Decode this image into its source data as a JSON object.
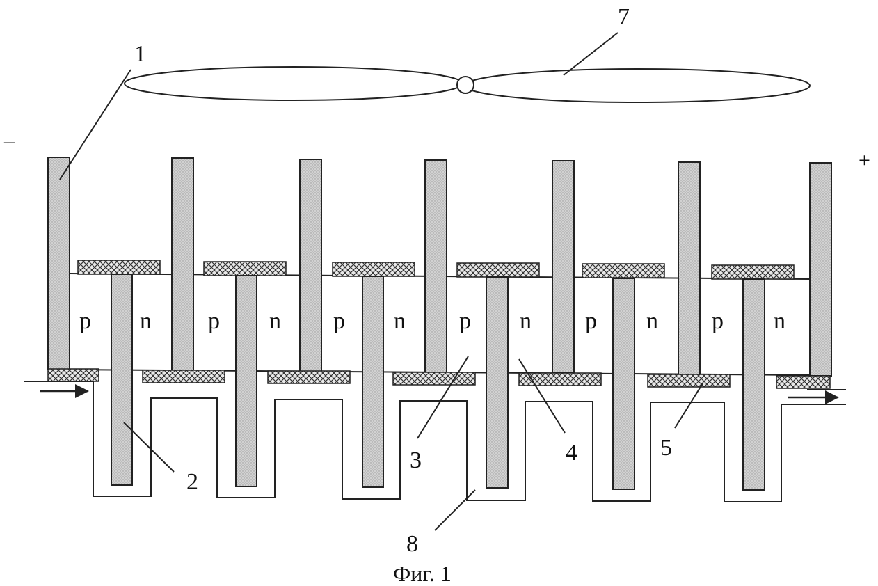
{
  "colors": {
    "ink": "#222222",
    "fin_fill": "#cfcfcf",
    "pad_fill": "#e6e6e6",
    "background": "#ffffff"
  },
  "polarity": {
    "minus": "–",
    "plus": "+"
  },
  "cells": [
    "p",
    "n",
    "p",
    "n",
    "p",
    "n",
    "p",
    "n",
    "p",
    "n",
    "p",
    "n"
  ],
  "callouts": [
    "1",
    "2",
    "3",
    "4",
    "5",
    "7",
    "8"
  ],
  "caption": "Фиг. 1"
}
